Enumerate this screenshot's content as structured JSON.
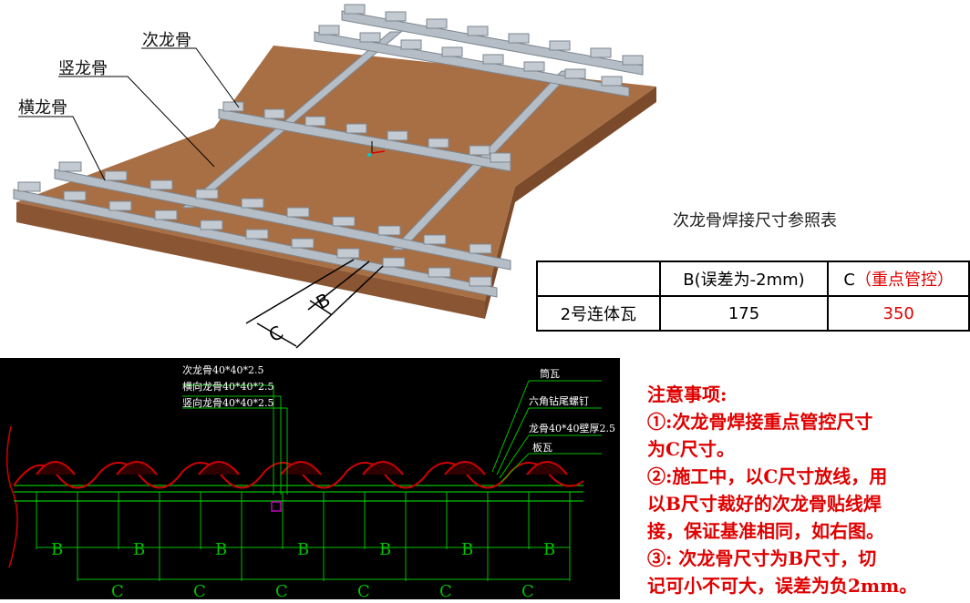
{
  "labels_3d": {
    "secondary_keel": "次龙骨",
    "vertical_keel": "竖龙骨",
    "horizontal_keel": "横龙骨",
    "dim_b": "B",
    "dim_c": "C"
  },
  "table": {
    "title": "次龙骨焊接尺寸参照表",
    "header": [
      "",
      "B(误差为-2mm)",
      "C（重点管控）"
    ],
    "rows": [
      [
        "2号连体瓦",
        "175",
        "350"
      ]
    ]
  },
  "cad": {
    "left_labels": [
      "次龙骨40*40*2.5",
      "横向龙骨40*40*2.5",
      "竖向龙骨40*40*2.5"
    ],
    "right_labels": [
      "筒瓦",
      "六角钻尾螺钉",
      "龙骨40*40壁厚2.5",
      "板瓦"
    ],
    "dim_b": "B",
    "dim_c": "C"
  },
  "notes": [
    "注意事项:",
    "①:次龙骨焊接重点管控尺寸",
    "为C尺寸。",
    "②:施工中，以C尺寸放线，用",
    "以B尺寸裁好的次龙骨贴线焊",
    "接，保证基准相同，如右图。",
    "③: 次龙骨尺寸为B尺寸，切",
    "记可小不可大，误差为负2mm。"
  ],
  "colors": {
    "board_top": "#a86f45",
    "board_side": "#8a5532",
    "steel": "#a9b2bb",
    "note_red": "#e00000",
    "cad_green": "#00c000",
    "cad_red": "#d00000",
    "cad_bg": "#000000"
  }
}
